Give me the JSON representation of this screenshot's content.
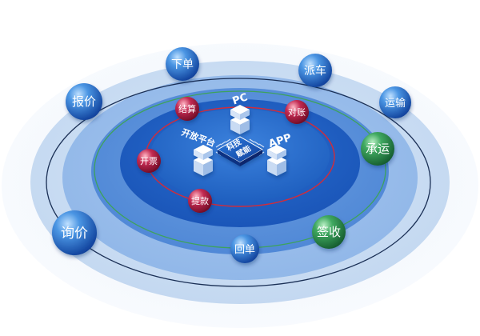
{
  "colors": {
    "outer_blue": "#1f6ac3",
    "deep_blue": "#0d2f88",
    "crimson": "#a9163d",
    "green": "#2f8c55",
    "red_ring": "#d22c3a",
    "green_ring": "#3ea25c",
    "dark_ring": "#1a2f55"
  },
  "outer_nodes": [
    {
      "id": "xiadan",
      "label": "下单"
    },
    {
      "id": "paiche",
      "label": "派车"
    },
    {
      "id": "baojia",
      "label": "报价"
    },
    {
      "id": "yunshu",
      "label": "运输"
    },
    {
      "id": "chengyun",
      "label": "承运"
    },
    {
      "id": "xunjia",
      "label": "询价"
    },
    {
      "id": "qianshou",
      "label": "签收"
    },
    {
      "id": "huidan",
      "label": "回单"
    }
  ],
  "inner_nodes": [
    {
      "id": "jiesuan",
      "label": "结算"
    },
    {
      "id": "duizhang",
      "label": "对账"
    },
    {
      "id": "kaipiao",
      "label": "开票"
    },
    {
      "id": "tikuan",
      "label": "提款"
    }
  ],
  "center": {
    "chip_label_line1": "科技",
    "chip_label_line2": "赋能",
    "pc_label": "PC",
    "app_label": "APP",
    "open_platform_label": "开放平台"
  }
}
